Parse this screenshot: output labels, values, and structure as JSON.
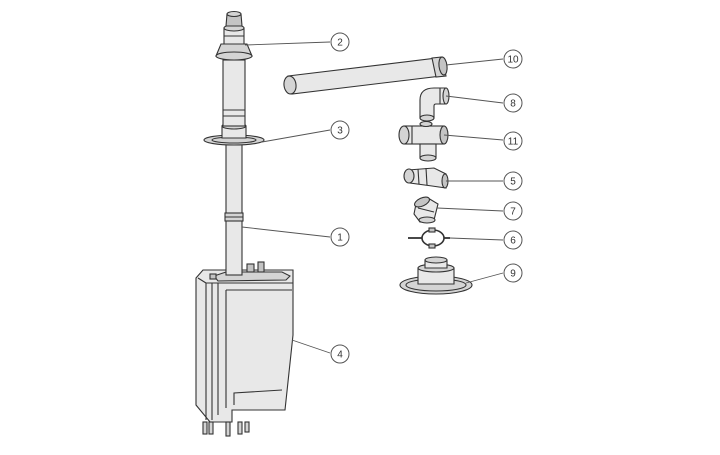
{
  "callouts": [
    {
      "id": "c2",
      "label": "2"
    },
    {
      "id": "c3",
      "label": "3"
    },
    {
      "id": "c1",
      "label": "1"
    },
    {
      "id": "c4",
      "label": "4"
    },
    {
      "id": "c10",
      "label": "10"
    },
    {
      "id": "c8",
      "label": "8"
    },
    {
      "id": "c11",
      "label": "11"
    },
    {
      "id": "c5",
      "label": "5"
    },
    {
      "id": "c7",
      "label": "7"
    },
    {
      "id": "c6",
      "label": "6"
    },
    {
      "id": "c9",
      "label": "9"
    }
  ]
}
